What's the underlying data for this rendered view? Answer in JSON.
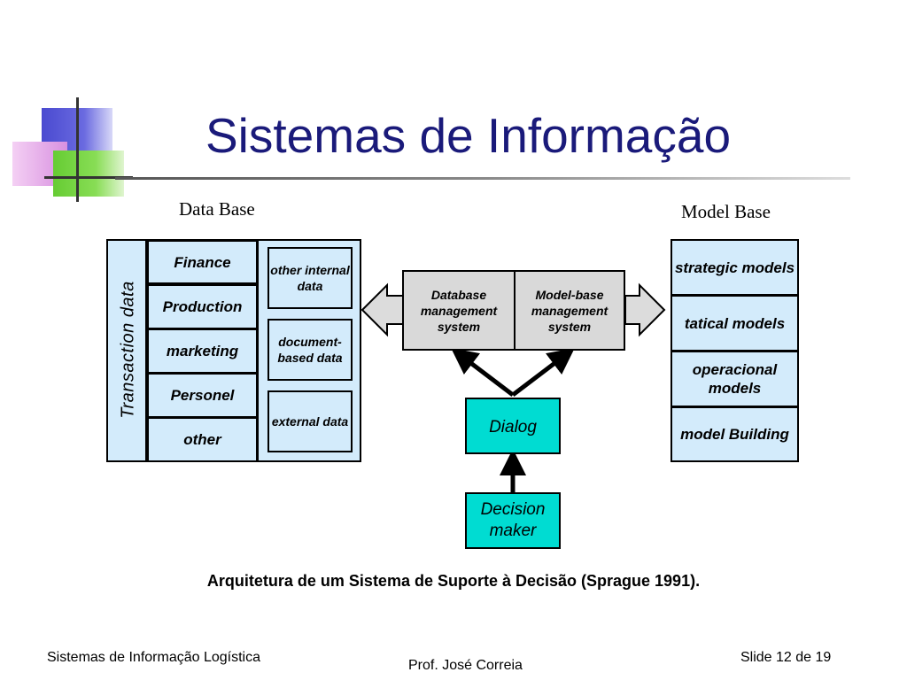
{
  "slide": {
    "title": "Sistemas de Informação",
    "caption": "Arquitetura de um Sistema de Suporte à Decisão (Sprague 1991).",
    "footer_left": "Sistemas de Informação Logística",
    "footer_center": "Prof. José Correia",
    "footer_right": "Slide 12 de 19"
  },
  "diagram": {
    "data_base_label": "Data Base",
    "model_base_label": "Model Base",
    "transaction_label": "Transaction data",
    "transaction_items": [
      "Finance",
      "Production",
      "marketing",
      "Personel",
      "other"
    ],
    "other_data": [
      "other internal data",
      "document-based data",
      "external data"
    ],
    "dbms": "Database management system",
    "mbms": "Model-base management system",
    "dialog": "Dialog",
    "decision_maker": "Decision maker",
    "models": [
      "strategic models",
      "tatical models",
      "operacional models",
      "model Building"
    ],
    "colors": {
      "light_blue": "#d3ebfb",
      "cyan": "#00dcd2",
      "grey": "#d9d9d9",
      "title": "#1a1a7a"
    }
  }
}
